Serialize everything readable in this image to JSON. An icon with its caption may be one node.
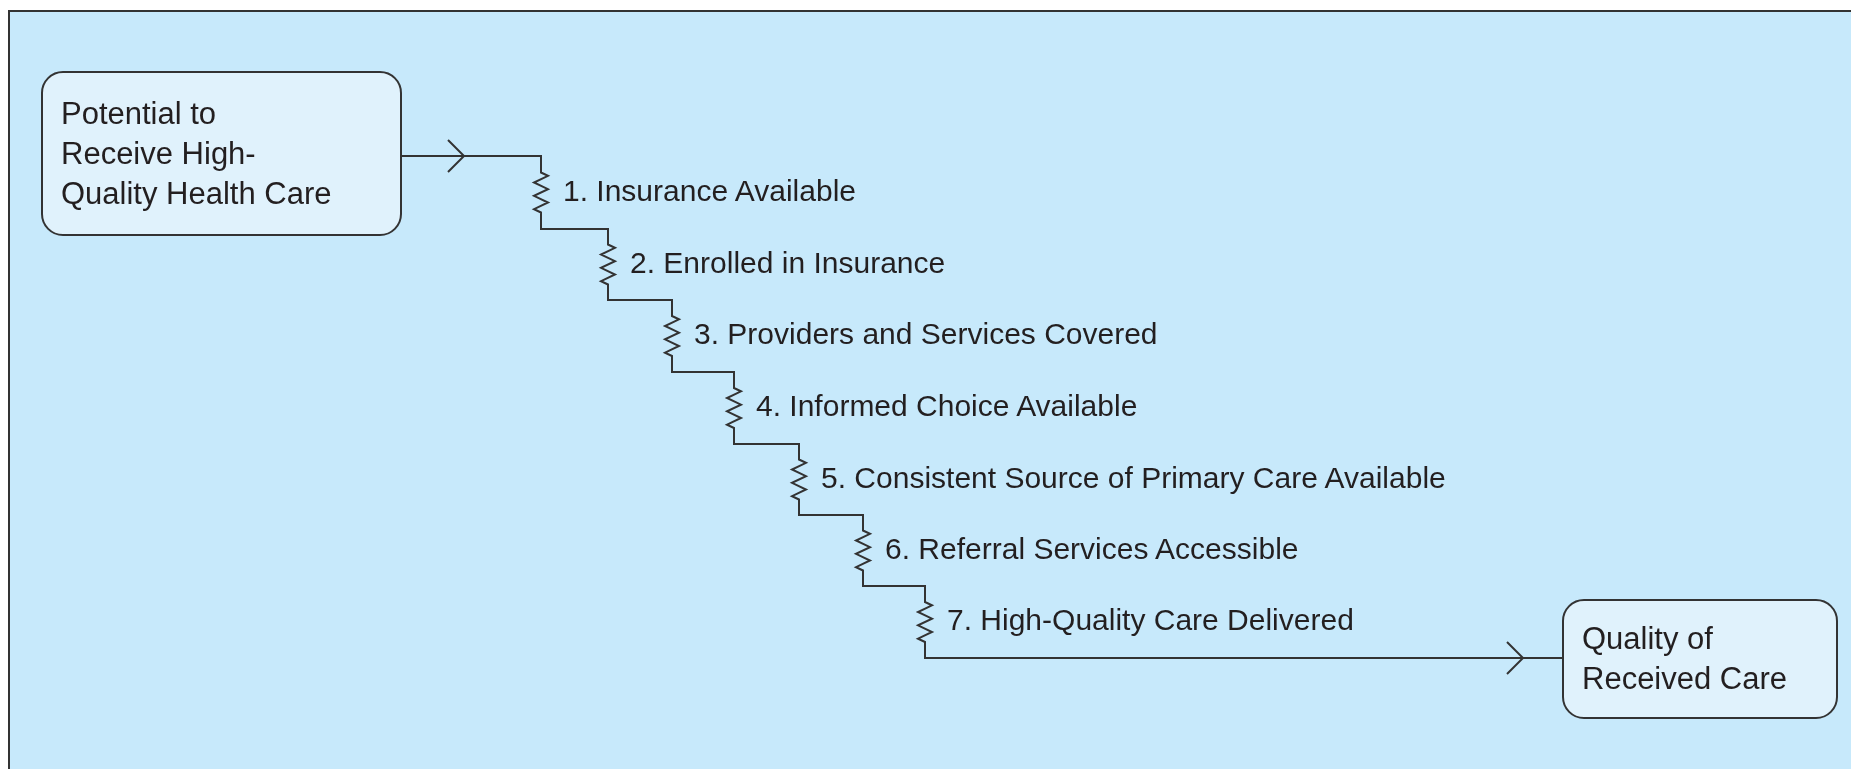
{
  "diagram": {
    "nodes": [
      {
        "text": [
          "Potential to Receive High-Quality Health Care"
        ]
      },
      {
        "text": [
          "Quality of Received Care"
        ]
      }
    ],
    "edges": [
      {
        "from": 0,
        "to": 1,
        "arrow": "to"
      }
    ],
    "labels": [
      "1. Insurance Available",
      "2. Enrolled in Insurance",
      "3. Providers and Services Covered",
      "4. Informed Choice Available",
      "5. Consistent Source of Primary Care Available",
      "6. Referral Services Accessible",
      "7. High-Quality Care Delivered"
    ]
  }
}
